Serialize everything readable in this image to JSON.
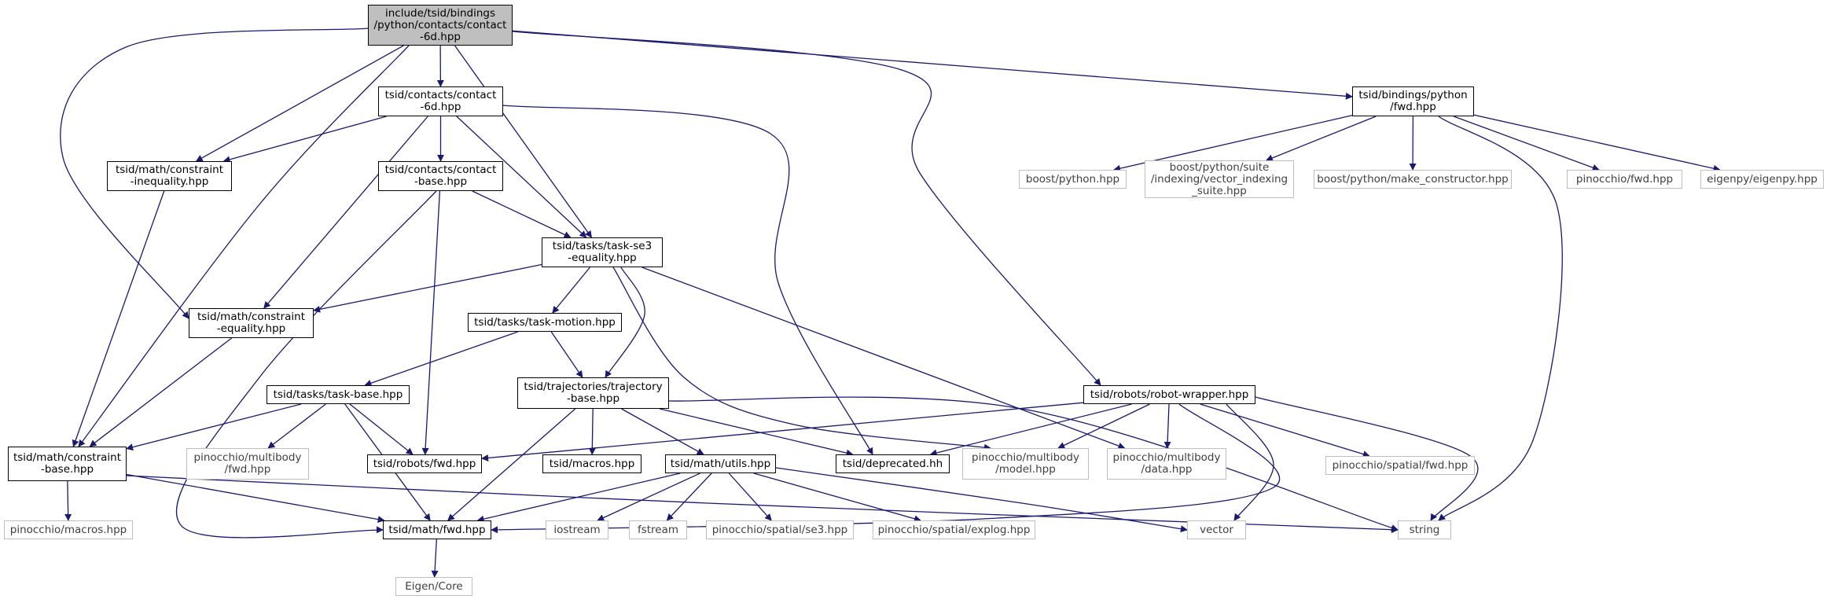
{
  "nodes": [
    {
      "id": "root",
      "kind": "root",
      "label": "include/tsid/bindings\n/python/contacts/contact\n-6d.hpp"
    },
    {
      "id": "contact6d",
      "kind": "local",
      "label": "tsid/contacts/contact\n-6d.hpp"
    },
    {
      "id": "bindings_fwd",
      "kind": "local",
      "label": "tsid/bindings/python\n/fwd.hpp"
    },
    {
      "id": "constraint_ineq",
      "kind": "local",
      "label": "tsid/math/constraint\n-inequality.hpp"
    },
    {
      "id": "contact_base",
      "kind": "local",
      "label": "tsid/contacts/contact\n-base.hpp"
    },
    {
      "id": "task_se3",
      "kind": "local",
      "label": "tsid/tasks/task-se3\n-equality.hpp"
    },
    {
      "id": "constraint_eq",
      "kind": "local",
      "label": "tsid/math/constraint\n-equality.hpp"
    },
    {
      "id": "task_motion",
      "kind": "local",
      "label": "tsid/tasks/task-motion.hpp"
    },
    {
      "id": "task_base",
      "kind": "local",
      "label": "tsid/tasks/task-base.hpp"
    },
    {
      "id": "traj_base",
      "kind": "local",
      "label": "tsid/trajectories/trajectory\n-base.hpp"
    },
    {
      "id": "robot_wrapper",
      "kind": "local",
      "label": "tsid/robots/robot-wrapper.hpp"
    },
    {
      "id": "constraint_base",
      "kind": "local",
      "label": "tsid/math/constraint\n-base.hpp"
    },
    {
      "id": "robots_fwd",
      "kind": "local",
      "label": "tsid/robots/fwd.hpp"
    },
    {
      "id": "macros",
      "kind": "local",
      "label": "tsid/macros.hpp"
    },
    {
      "id": "utils",
      "kind": "local",
      "label": "tsid/math/utils.hpp"
    },
    {
      "id": "deprecated",
      "kind": "local",
      "label": "tsid/deprecated.hh"
    },
    {
      "id": "math_fwd",
      "kind": "local",
      "label": "tsid/math/fwd.hpp"
    },
    {
      "id": "boost_python",
      "kind": "external",
      "label": "boost/python.hpp"
    },
    {
      "id": "boost_suite",
      "kind": "external",
      "label": "boost/python/suite\n/indexing/vector_indexing\n_suite.hpp"
    },
    {
      "id": "boost_ctor",
      "kind": "external",
      "label": "boost/python/make_constructor.hpp"
    },
    {
      "id": "pin_fwd",
      "kind": "external",
      "label": "pinocchio/fwd.hpp"
    },
    {
      "id": "eigenpy",
      "kind": "external",
      "label": "eigenpy/eigenpy.hpp"
    },
    {
      "id": "pin_mb_fwd",
      "kind": "external",
      "label": "pinocchio/multibody\n/fwd.hpp"
    },
    {
      "id": "pin_model",
      "kind": "external",
      "label": "pinocchio/multibody\n/model.hpp"
    },
    {
      "id": "pin_data",
      "kind": "external",
      "label": "pinocchio/multibody\n/data.hpp"
    },
    {
      "id": "pin_spatial_fwd",
      "kind": "external",
      "label": "pinocchio/spatial/fwd.hpp"
    },
    {
      "id": "pin_macros",
      "kind": "external",
      "label": "pinocchio/macros.hpp"
    },
    {
      "id": "iostream",
      "kind": "external",
      "label": "iostream"
    },
    {
      "id": "fstream",
      "kind": "external",
      "label": "fstream"
    },
    {
      "id": "pin_se3",
      "kind": "external",
      "label": "pinocchio/spatial/se3.hpp"
    },
    {
      "id": "pin_explog",
      "kind": "external",
      "label": "pinocchio/spatial/explog.hpp"
    },
    {
      "id": "vector",
      "kind": "external",
      "label": "vector"
    },
    {
      "id": "string",
      "kind": "external",
      "label": "string"
    },
    {
      "id": "eigen_core",
      "kind": "external",
      "label": "Eigen/Core"
    }
  ],
  "edges": [
    [
      "root",
      "contact6d"
    ],
    [
      "root",
      "bindings_fwd"
    ],
    [
      "root",
      "constraint_ineq"
    ],
    [
      "root",
      "task_se3"
    ],
    [
      "root",
      "constraint_eq"
    ],
    [
      "root",
      "constraint_base"
    ],
    [
      "root",
      "robot_wrapper"
    ],
    [
      "contact6d",
      "constraint_ineq"
    ],
    [
      "contact6d",
      "contact_base"
    ],
    [
      "contact6d",
      "task_se3"
    ],
    [
      "contact6d",
      "constraint_eq"
    ],
    [
      "contact6d",
      "deprecated"
    ],
    [
      "constraint_ineq",
      "constraint_base"
    ],
    [
      "contact_base",
      "task_se3"
    ],
    [
      "contact_base",
      "robots_fwd"
    ],
    [
      "contact_base",
      "math_fwd"
    ],
    [
      "task_se3",
      "constraint_eq"
    ],
    [
      "task_se3",
      "task_motion"
    ],
    [
      "task_se3",
      "traj_base"
    ],
    [
      "task_se3",
      "pin_model"
    ],
    [
      "task_se3",
      "pin_data"
    ],
    [
      "constraint_eq",
      "constraint_base"
    ],
    [
      "task_motion",
      "task_base"
    ],
    [
      "task_motion",
      "traj_base"
    ],
    [
      "task_base",
      "constraint_base"
    ],
    [
      "task_base",
      "pin_mb_fwd"
    ],
    [
      "task_base",
      "robots_fwd"
    ],
    [
      "task_base",
      "math_fwd"
    ],
    [
      "traj_base",
      "math_fwd"
    ],
    [
      "traj_base",
      "macros"
    ],
    [
      "traj_base",
      "utils"
    ],
    [
      "traj_base",
      "deprecated"
    ],
    [
      "traj_base",
      "string"
    ],
    [
      "constraint_base",
      "pin_macros"
    ],
    [
      "constraint_base",
      "math_fwd"
    ],
    [
      "constraint_base",
      "string"
    ],
    [
      "utils",
      "math_fwd"
    ],
    [
      "utils",
      "iostream"
    ],
    [
      "utils",
      "fstream"
    ],
    [
      "utils",
      "pin_se3"
    ],
    [
      "utils",
      "pin_explog"
    ],
    [
      "utils",
      "vector"
    ],
    [
      "math_fwd",
      "eigen_core"
    ],
    [
      "robot_wrapper",
      "robots_fwd"
    ],
    [
      "robot_wrapper",
      "deprecated"
    ],
    [
      "robot_wrapper",
      "pin_model"
    ],
    [
      "robot_wrapper",
      "pin_data"
    ],
    [
      "robot_wrapper",
      "pin_spatial_fwd"
    ],
    [
      "robot_wrapper",
      "string"
    ],
    [
      "robot_wrapper",
      "vector"
    ],
    [
      "robot_wrapper",
      "math_fwd"
    ],
    [
      "bindings_fwd",
      "boost_python"
    ],
    [
      "bindings_fwd",
      "boost_suite"
    ],
    [
      "bindings_fwd",
      "boost_ctor"
    ],
    [
      "bindings_fwd",
      "pin_fwd"
    ],
    [
      "bindings_fwd",
      "eigenpy"
    ],
    [
      "bindings_fwd",
      "string"
    ]
  ],
  "colors": {
    "edge": "#191970",
    "root_fill": "#bfbfbf",
    "local_border": "#000000",
    "external_border": "#bfbfbf",
    "external_text": "#404040"
  }
}
